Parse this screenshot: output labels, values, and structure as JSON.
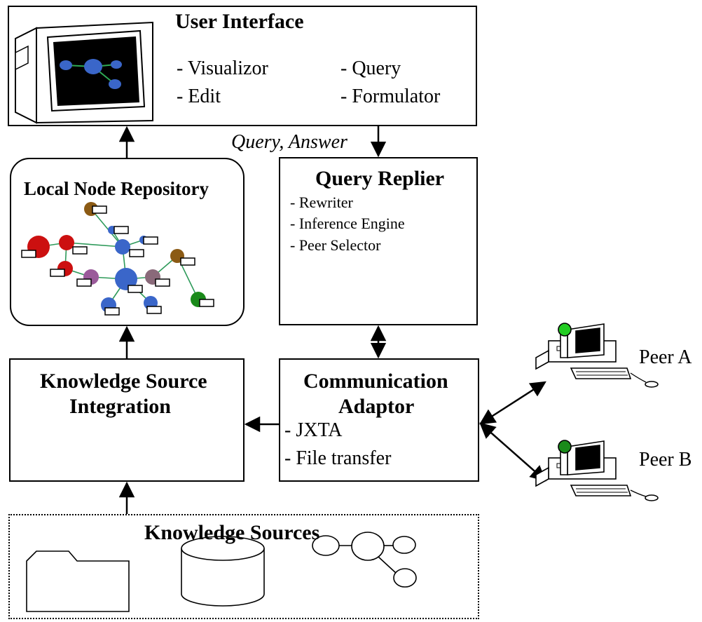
{
  "user_interface": {
    "title": "User Interface",
    "items": [
      "- Visualizor",
      "- Edit",
      "- Query",
      "- Formulator"
    ]
  },
  "edge_label": "Query, Answer",
  "local_repo": {
    "title": "Local Node Repository"
  },
  "query_replier": {
    "title": "Query Replier",
    "items": [
      "- Rewriter",
      "- Inference Engine",
      "- Peer Selector"
    ]
  },
  "ks_integration": {
    "title_line1": "Knowledge Source",
    "title_line2": "Integration"
  },
  "comm_adaptor": {
    "title_line1": "Communication",
    "title_line2": "Adaptor",
    "items": [
      "- JXTA",
      "- File transfer"
    ]
  },
  "knowledge_sources": {
    "title": "Knowledge Sources"
  },
  "peers": [
    "Peer A",
    "Peer B"
  ],
  "colors": {
    "node_blue": "#3a66c9",
    "node_red": "#cc1010",
    "node_brown": "#8b5a14",
    "node_green": "#1a8a1a",
    "edge_green": "#2e9a5a",
    "peer_green": "#22cc22"
  }
}
